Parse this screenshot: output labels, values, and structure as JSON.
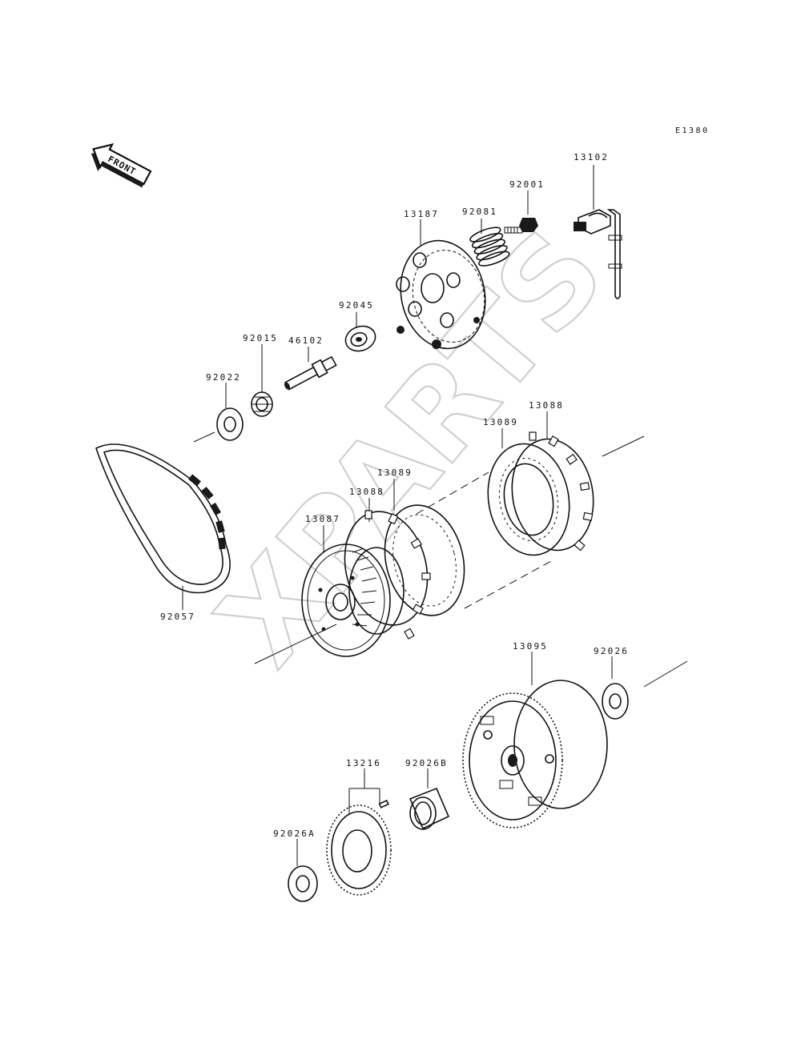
{
  "diagram": {
    "ref_code": "E1380",
    "front_label": "FRONT",
    "watermark": "XPARTS",
    "parts": [
      {
        "id": "p13102",
        "number": "13102"
      },
      {
        "id": "p92001",
        "number": "92001"
      },
      {
        "id": "p92081",
        "number": "92081"
      },
      {
        "id": "p13187",
        "number": "13187"
      },
      {
        "id": "p92045",
        "number": "92045"
      },
      {
        "id": "p46102",
        "number": "46102"
      },
      {
        "id": "p92015",
        "number": "92015"
      },
      {
        "id": "p92022",
        "number": "92022"
      },
      {
        "id": "p13088a",
        "number": "13088"
      },
      {
        "id": "p13089a",
        "number": "13089"
      },
      {
        "id": "p13089b",
        "number": "13089"
      },
      {
        "id": "p13088b",
        "number": "13088"
      },
      {
        "id": "p13087",
        "number": "13087"
      },
      {
        "id": "p92057",
        "number": "92057"
      },
      {
        "id": "p13095",
        "number": "13095"
      },
      {
        "id": "p92026",
        "number": "92026"
      },
      {
        "id": "p13216",
        "number": "13216"
      },
      {
        "id": "p92026B",
        "number": "92026B"
      },
      {
        "id": "p92026A",
        "number": "92026A"
      }
    ]
  }
}
